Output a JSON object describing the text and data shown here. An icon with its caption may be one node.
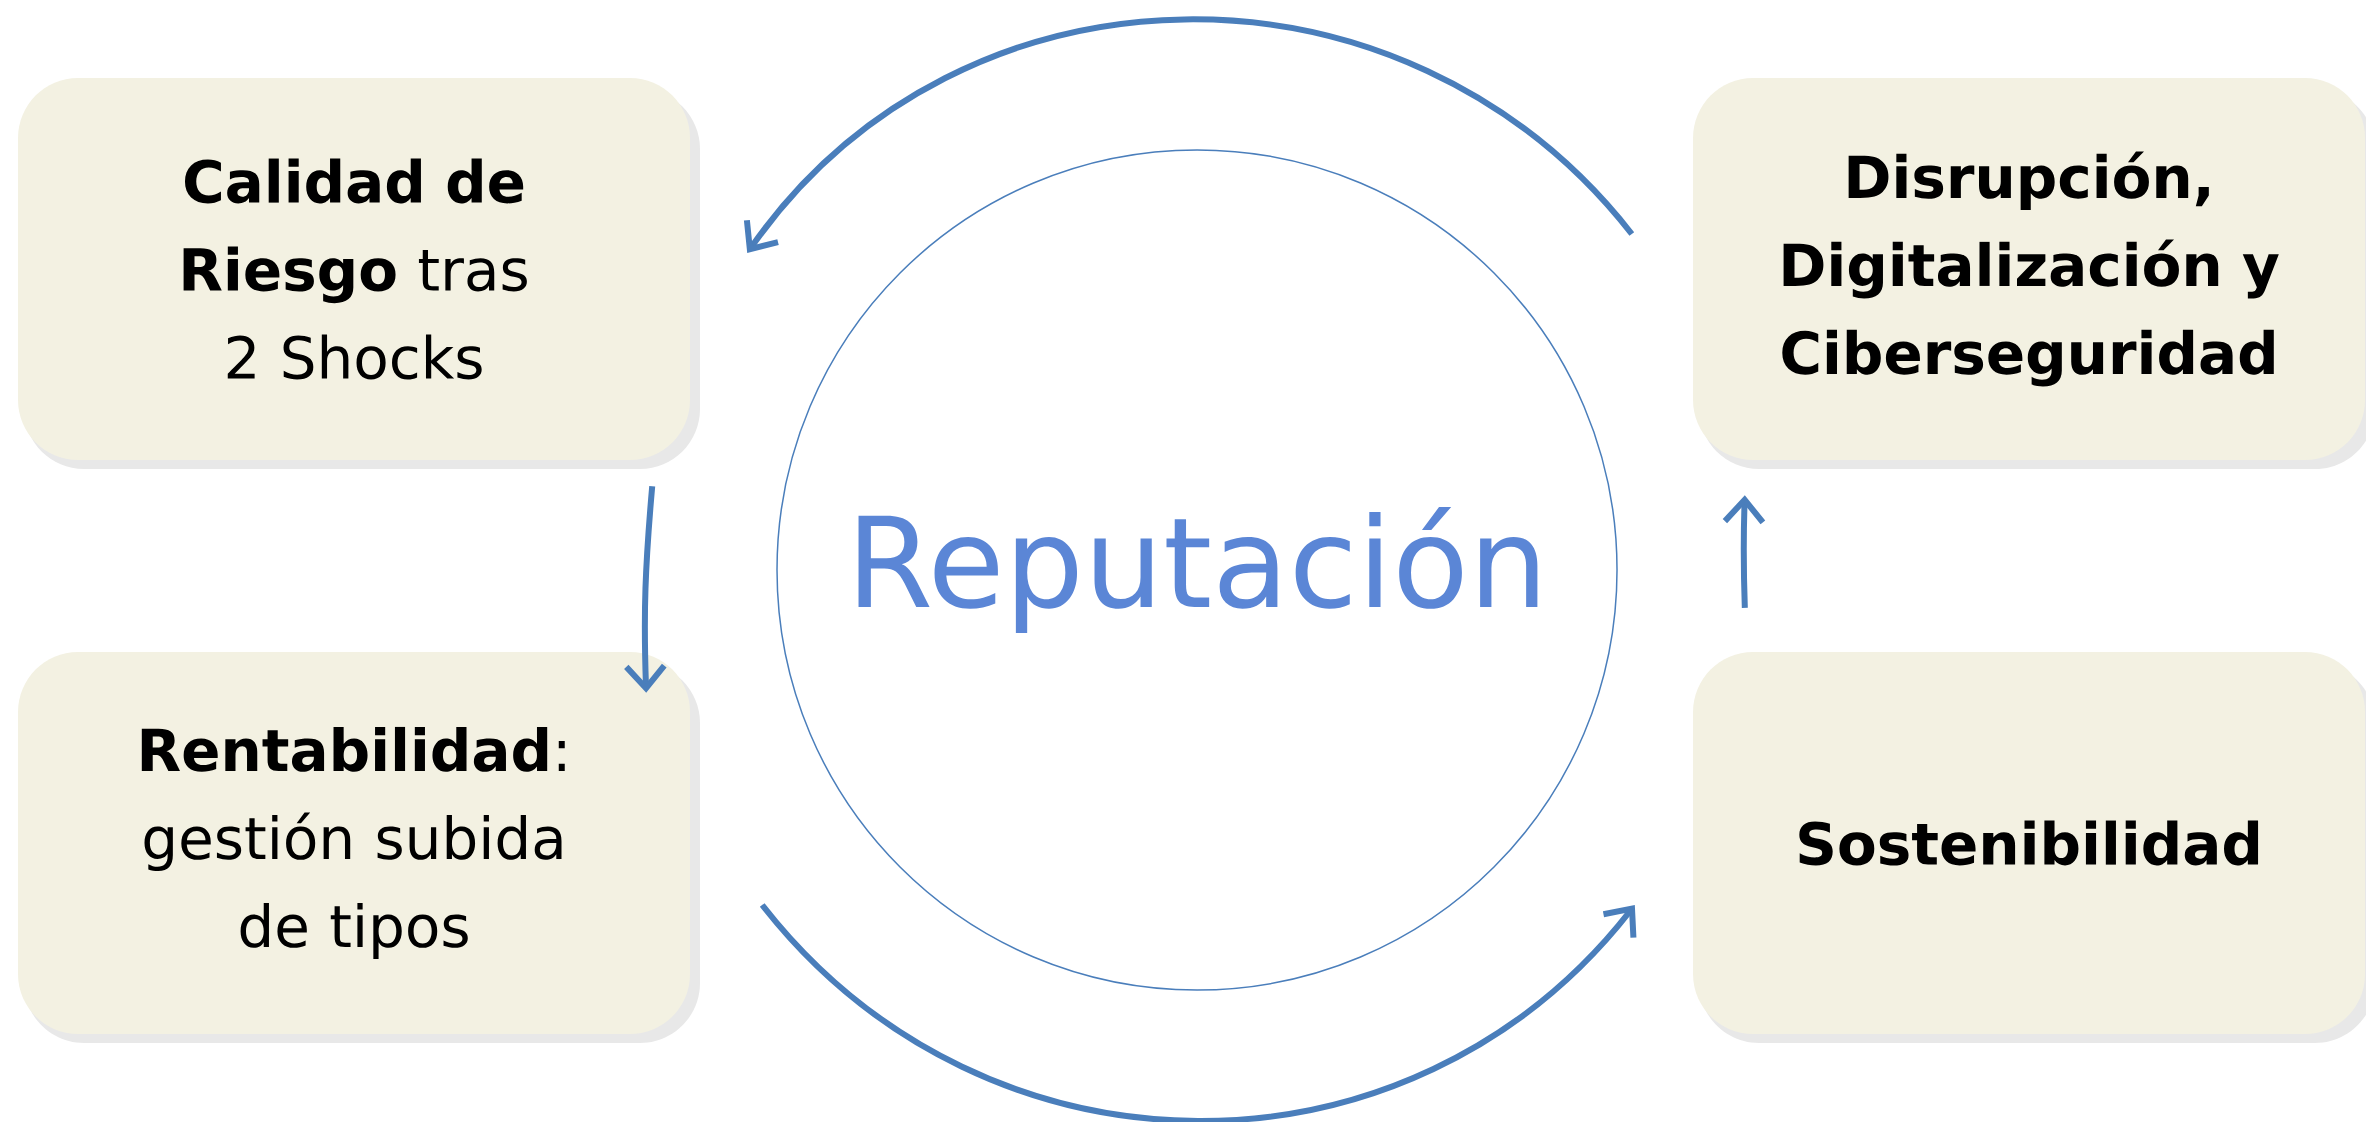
{
  "diagram": {
    "nodes": [
      {
        "text": [
          "**Calidad de Riesgo** tras 2 Shocks"
        ]
      },
      {
        "text": [
          "Disrupción, Digitalización y Ciberseguridad"
        ]
      },
      {
        "text": [
          "**Rentabilidad**: gestión subida de tipos"
        ]
      },
      {
        "text": [
          "Sostenibilidad"
        ]
      },
      {
        "text": [
          "Reputación"
        ]
      }
    ],
    "edges": [
      {
        "from": 1,
        "to": 0,
        "arrow": "to"
      },
      {
        "from": 0,
        "to": 2,
        "arrow": "to"
      },
      {
        "from": 2,
        "to": 3,
        "arrow": "to"
      },
      {
        "from": 3,
        "to": 1,
        "arrow": "to"
      }
    ]
  }
}
